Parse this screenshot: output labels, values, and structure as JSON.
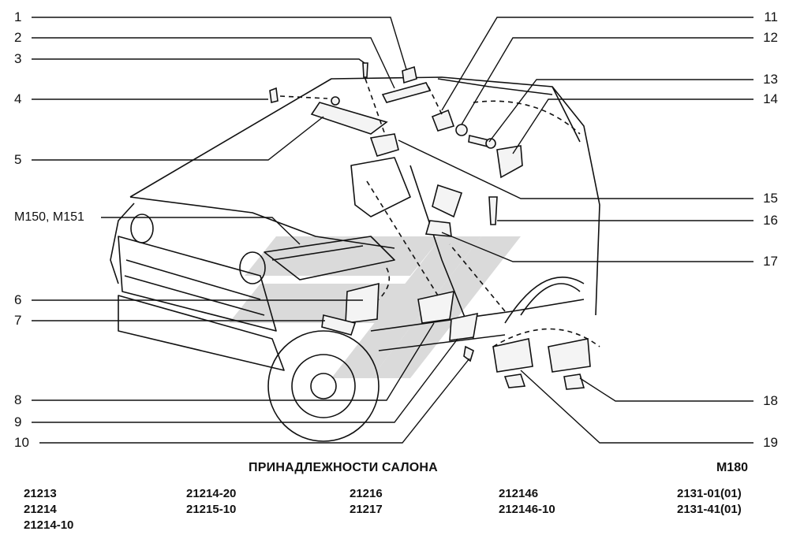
{
  "callouts_left": [
    {
      "id": "c1",
      "label": "1"
    },
    {
      "id": "c2",
      "label": "2"
    },
    {
      "id": "c3",
      "label": "3"
    },
    {
      "id": "c4",
      "label": "4"
    },
    {
      "id": "c5",
      "label": "5"
    },
    {
      "id": "cm",
      "label": "M150, M151"
    },
    {
      "id": "c6",
      "label": "6"
    },
    {
      "id": "c7",
      "label": "7"
    },
    {
      "id": "c8",
      "label": "8"
    },
    {
      "id": "c9",
      "label": "9"
    },
    {
      "id": "c10",
      "label": "10"
    }
  ],
  "callouts_right": [
    {
      "id": "c11",
      "label": "11"
    },
    {
      "id": "c12",
      "label": "12"
    },
    {
      "id": "c13",
      "label": "13"
    },
    {
      "id": "c14",
      "label": "14"
    },
    {
      "id": "c15",
      "label": "15"
    },
    {
      "id": "c16",
      "label": "16"
    },
    {
      "id": "c17",
      "label": "17"
    },
    {
      "id": "c18",
      "label": "18"
    },
    {
      "id": "c19",
      "label": "19"
    }
  ],
  "title": "ПРИНАДЛЕЖНОСТИ САЛОНА",
  "code": "M180",
  "model_columns": [
    [
      "21213",
      "21214",
      "21214-10"
    ],
    [
      "21214-20",
      "21215-10"
    ],
    [
      "21216",
      "21217"
    ],
    [
      "212146",
      "212146-10"
    ],
    [
      "2131-01(01)",
      "2131-41(01)"
    ]
  ],
  "colors": {
    "ink": "#111111",
    "watermark": "#d0d0d0",
    "background": "#ffffff"
  }
}
